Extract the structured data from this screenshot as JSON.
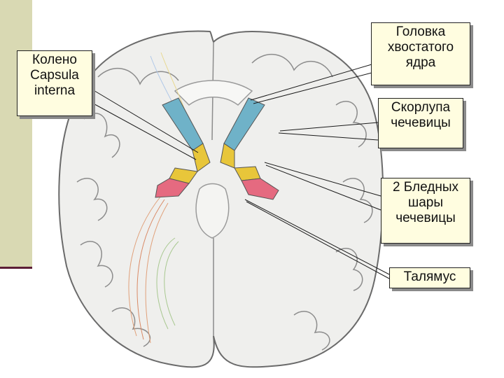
{
  "labels": {
    "knee": {
      "lines": [
        "Колено",
        "Capsula",
        "interna"
      ]
    },
    "caudate": {
      "lines": [
        "Головка",
        "хвостатого",
        "ядра"
      ]
    },
    "putamen": {
      "lines": [
        "Скорлупа",
        "чечевицы"
      ]
    },
    "pallidus": {
      "lines": [
        "2 Бледных",
        "шары",
        "чечевицы"
      ]
    },
    "thalamus": {
      "lines": [
        "Талямус"
      ]
    }
  },
  "colors": {
    "caudate": "#6fb2c8",
    "capsule_knee": "#e8c63a",
    "putamen": "#e8c63a",
    "pallidus": "#e56a80",
    "brain_fill": "#efefed",
    "brain_outline": "#6a6a6a",
    "leader_lines": "#1a1a1a",
    "label_bg": "#fffde0"
  }
}
